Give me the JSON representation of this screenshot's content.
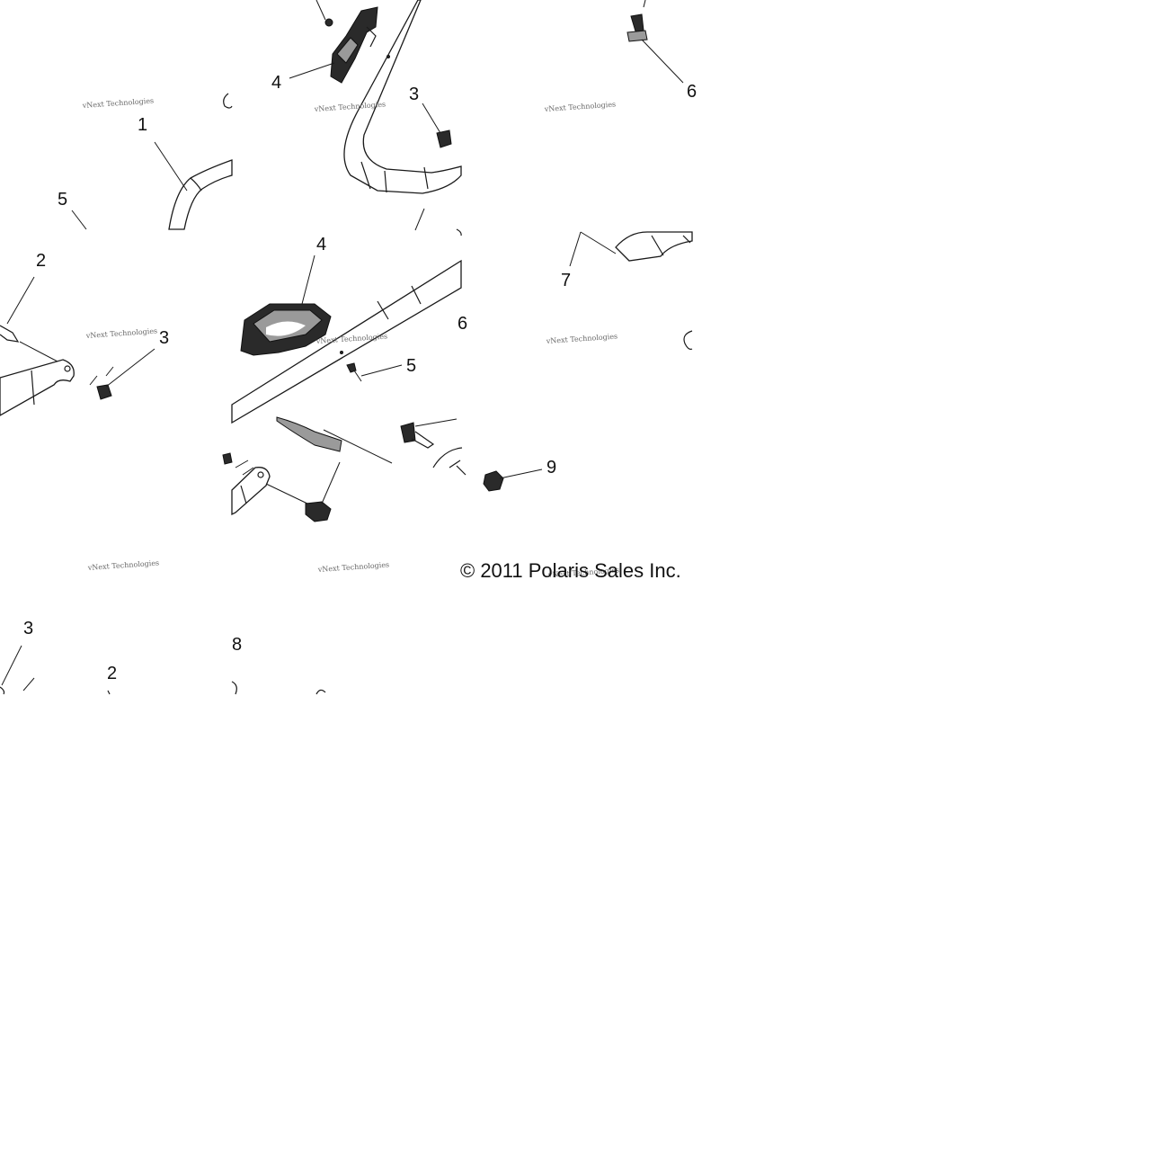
{
  "callouts": {
    "c1": "1",
    "c2a": "2",
    "c2b": "2",
    "c3a": "3",
    "c3b": "3",
    "c3c": "3",
    "c4a": "4",
    "c4b": "4",
    "c5a": "5",
    "c5b": "5",
    "c6a": "6",
    "c6b": "6",
    "c7": "7",
    "c8": "8",
    "c9": "9"
  },
  "watermark": "vNext Technologies",
  "copyright": "© 2011 Polaris Sales Inc.",
  "colors": {
    "line": "#1a1a1a",
    "background": "#ffffff",
    "watermark": "#6a6a6a"
  }
}
